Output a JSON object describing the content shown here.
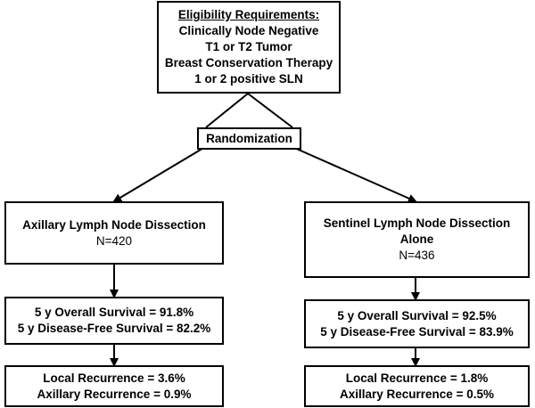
{
  "eligibility": {
    "heading": "Eligibility Requirements:",
    "criteria": [
      "Clinically Node Negative",
      "T1 or T2 Tumor",
      "Breast Conservation Therapy",
      "1 or 2 positive SLN"
    ]
  },
  "randomization": {
    "label": "Randomization"
  },
  "left_arm": {
    "name": "Axillary Lymph Node Dissection",
    "n": "N=420",
    "overall_survival": "5 y Overall Survival = 91.8%",
    "disease_free_survival": "5 y Disease-Free Survival = 82.2%",
    "local_recurrence": "Local Recurrence = 3.6%",
    "axillary_recurrence": "Axillary Recurrence = 0.9%"
  },
  "right_arm": {
    "name_line1": "Sentinel Lymph Node Dissection",
    "name_line2": "Alone",
    "n": "N=436",
    "overall_survival": "5 y Overall Survival = 92.5%",
    "disease_free_survival": "5 y Disease-Free Survival = 83.9%",
    "local_recurrence": "Local Recurrence = 1.8%",
    "axillary_recurrence": "Axillary Recurrence = 0.5%"
  }
}
